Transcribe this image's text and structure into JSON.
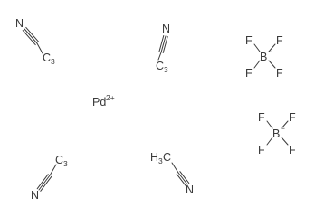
{
  "molecules": {
    "acetonitrile_1": {
      "n": "N",
      "c": "C",
      "sub": "3"
    },
    "acetonitrile_2": {
      "n": "N",
      "c": "C",
      "sub": "3"
    },
    "acetonitrile_3": {
      "n": "N",
      "c": "C",
      "sub": "3"
    },
    "acetonitrile_4": {
      "n": "N",
      "h": "H",
      "sub": "3",
      "c": "C"
    },
    "palladium": {
      "symbol": "Pd",
      "charge": "2+"
    },
    "tetrafluoroborate_1": {
      "b": "B",
      "charge": "−",
      "f_top_left": "F",
      "f_top_right": "F",
      "f_bottom_left": "F",
      "f_bottom_right": "F"
    },
    "tetrafluoroborate_2": {
      "b": "B",
      "charge": "−",
      "f_top_left": "F",
      "f_top_right": "F",
      "f_bottom_left": "F",
      "f_bottom_right": "F"
    }
  }
}
